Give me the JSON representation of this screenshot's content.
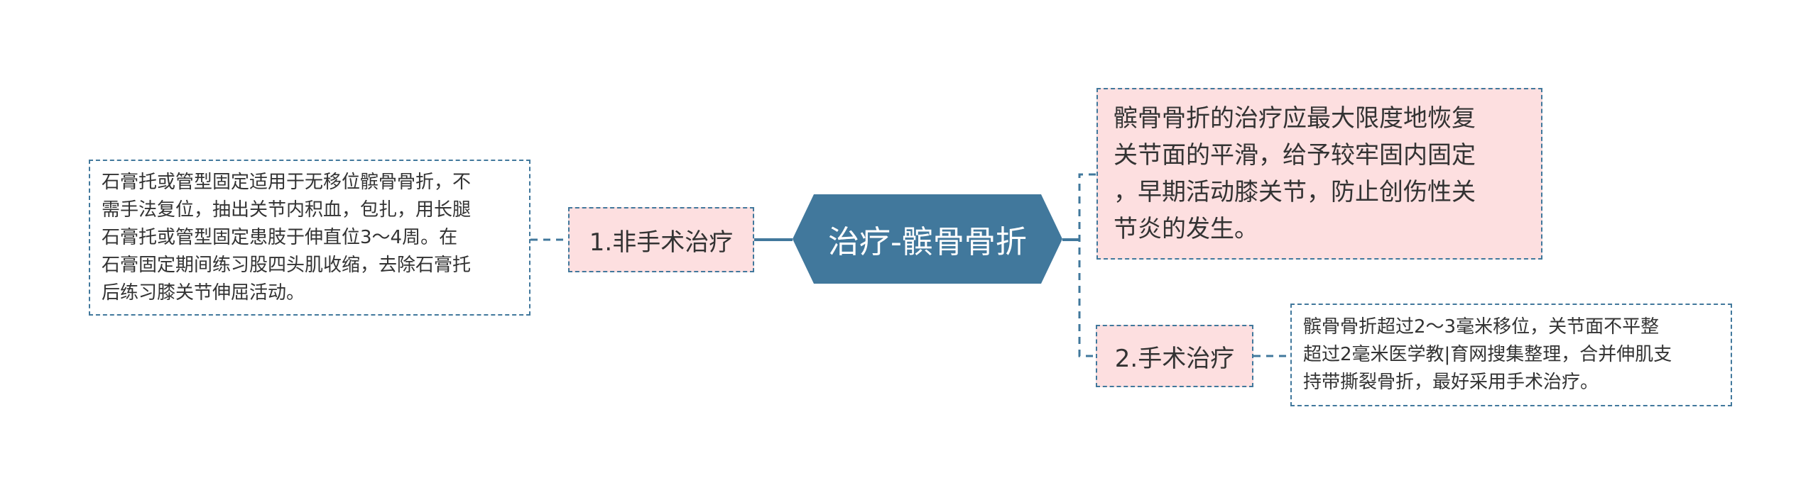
{
  "center": {
    "label": "治疗-髌骨骨折"
  },
  "branches": [
    {
      "label": "1.非手术治疗"
    },
    {
      "label": "2.手术治疗"
    }
  ],
  "topic_note": {
    "text": "髌骨骨折的治疗应最大限度地恢复\n关节面的平滑，给予较牢固内固定\n，早期活动膝关节，防止创伤性关\n节炎的发生。"
  },
  "leaves": [
    {
      "text": "石膏托或管型固定适用于无移位髌骨骨折，不\n需手法复位，抽出关节内积血，包扎，用长腿\n石膏托或管型固定患肢于伸直位3～4周。在\n石膏固定期间练习股四头肌收缩，去除石膏托\n后练习膝关节伸屈活动。"
    },
    {
      "text": "髌骨骨折超过2～3毫米移位，关节面不平整\n超过2毫米医学教|育网搜集整理，合并伸肌支\n持带撕裂骨折，最好采用手术治疗。"
    }
  ],
  "colors": {
    "center_fill": "#41789c",
    "branch_fill": "#fddfe0",
    "connector": "#41789c"
  }
}
